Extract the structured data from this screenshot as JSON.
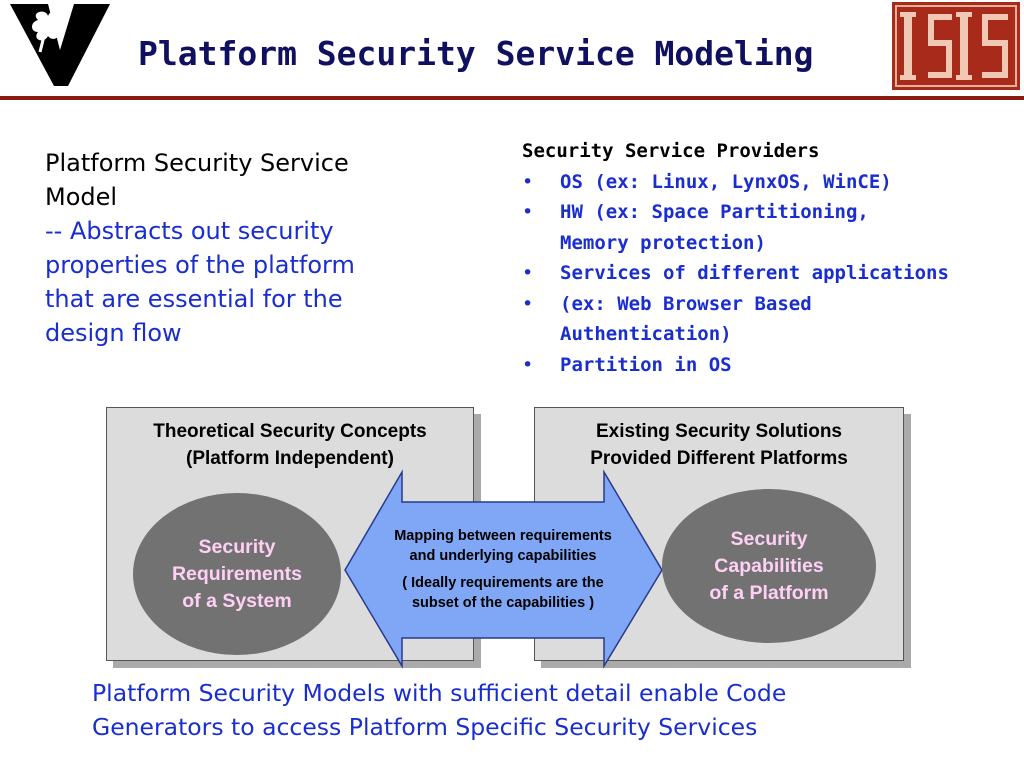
{
  "header": {
    "title": "Platform Security Service Modeling",
    "brand_color": "#8a1a10",
    "title_color": "#101060"
  },
  "left_text": {
    "line1": "Platform Security Service",
    "line2": "Model",
    "blue_lines": [
      "-- Abstracts out security",
      "properties of the platform",
      "that are essential for the",
      "design flow"
    ]
  },
  "providers": {
    "heading": "Security Service Providers",
    "items": [
      [
        "OS (ex: Linux, LynxOS, WinCE)"
      ],
      [
        "HW (ex: Space Partitioning,",
        "Memory protection)"
      ],
      [
        "Services of different applications"
      ],
      [
        "(ex: Web Browser Based",
        "Authentication)"
      ],
      [
        "Partition in OS"
      ]
    ],
    "bullet": "•"
  },
  "diagram": {
    "left_panel": {
      "title_line1": "Theoretical Security Concepts",
      "title_line2": "(Platform Independent)",
      "ellipse_lines": [
        "Security",
        "Requirements",
        "of a System"
      ]
    },
    "right_panel": {
      "title_line1": "Existing Security Solutions",
      "title_line2": "Provided Different Platforms",
      "ellipse_lines": [
        "Security",
        "Capabilities",
        "of a Platform"
      ]
    },
    "arrow": {
      "line1": "Mapping between requirements",
      "line2": "and underlying capabilities",
      "line3": "( Ideally requirements are the",
      "line4": "subset of the capabilities )"
    },
    "colors": {
      "arrow_fill": "#7fa7f5",
      "ellipse_fill": "#727272",
      "ellipse_text": "#ffd0f4",
      "panel_fill": "#dcdcdc"
    }
  },
  "bottom": {
    "line1": "Platform Security Models with sufficient detail enable Code",
    "line2": "Generators to access Platform Specific Security Services"
  },
  "logos": {
    "left": "vanderbilt-v-logo",
    "right": "isis-logo"
  }
}
